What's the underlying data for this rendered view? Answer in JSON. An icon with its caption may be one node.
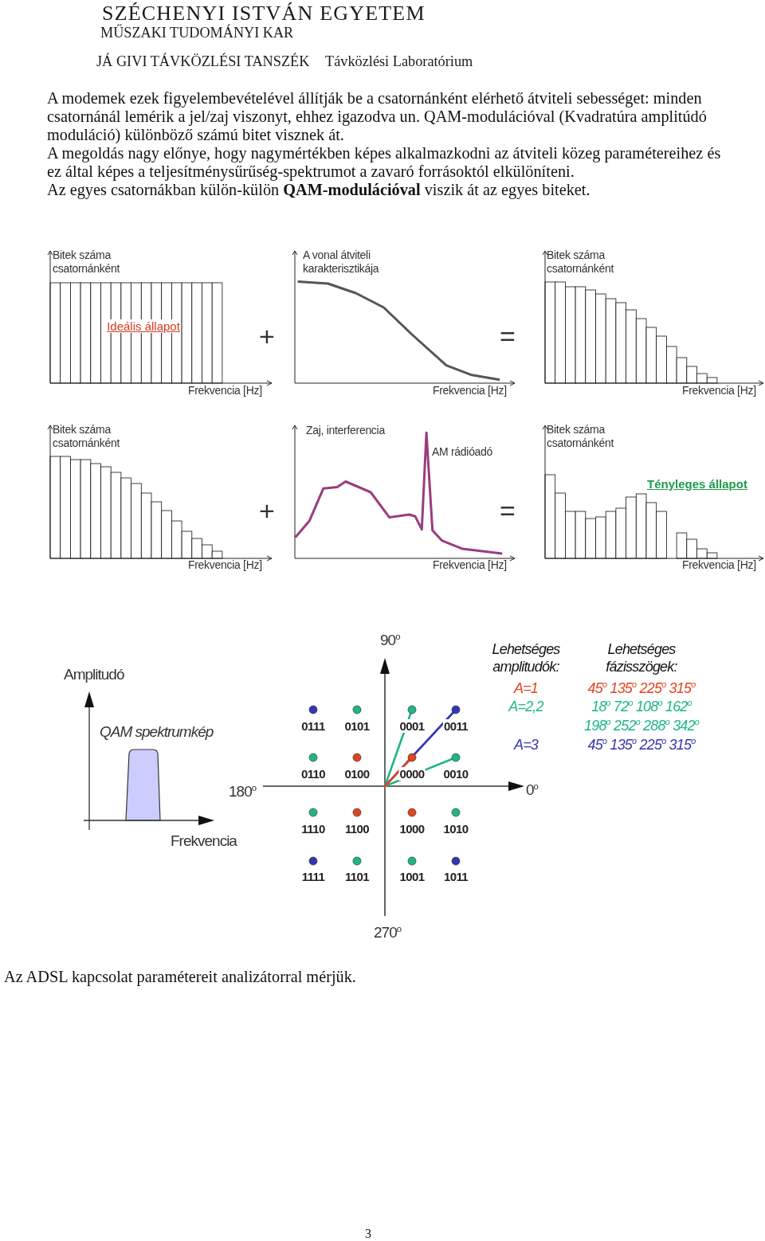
{
  "diagram": {
    "labels": [
      "SZÉCHENYI ISTVÁN EGYETEM",
      "MŰSZAKI TUDOMÁNYI KAR",
      "JÁ GIVI TÁVKÖZLÉSI TANSZÉK",
      "Távközlési Laboratórium",
      "A modemek ezek figyelembevételével állítják be a csatornánként elérhető átviteli sebességet: minden csatornánál lemérik a jel/zaj viszonyt, ehhez igazodva un. QAM-modulációval (Kvadratúra amplitúdó moduláció) különböző számú bitet visznek át.",
      "A megoldás nagy előnye, hogy nagymértékben képes alkalmazkodni az átviteli közeg paramétereihez és ez által képes a teljesítménysűrűség-spektrumot a zavaró forrásoktól elkülöníteni.",
      "Az egyes csatornákban külön-külön **QAM-modulációval** viszik át az egyes biteket.",
      "Bitek száma csatornánként",
      "A vonal átviteli karakterisztikája",
      "Bitek száma csatornánként",
      "Ideális állapot",
      "+",
      "=",
      "Frekvencia [Hz]",
      "Frekvencia [Hz]",
      "Frekvencia [Hz]",
      "Bitek száma csatornánként",
      "Zaj, interferencia",
      "Bitek száma csatornánként",
      "AM rádióadó",
      "Tényleges állapot",
      "+",
      "=",
      "Frekvencia [Hz]",
      "Frekvencia [Hz]",
      "Frekvencia [Hz]",
      "90$^{o}$",
      "Lehetséges amplitudók:",
      "Lehetséges fázisszögek:",
      "Amplitudó",
      "A=1",
      "45$^{o}$ 135$^{o}$ 225$^{o}$ 315$^{o}$",
      "A=2,2",
      "18$^{o}$ 72$^{o}$ 108$^{o}$ 162$^{o}$",
      "0111",
      "0101",
      "0001",
      "0011",
      "198$^{o}$ 252$^{o}$ 288$^{o}$ 342$^{o}$",
      "QAM spektrumkép",
      "A=3",
      "45$^{o}$ 135$^{o}$ 225$^{o}$ 315$^{o}$",
      "0110",
      "0100",
      "0000",
      "0010",
      "180$^{o}$",
      "0$^{o}$",
      "1110",
      "1100",
      "1000",
      "1010",
      "Frekvencia",
      "1111",
      "1101",
      "1001",
      "1011",
      "270$^{o}$",
      "Az ADSL kapcsolat paramétereit analizátorral mérjük.",
      "3"
    ]
  }
}
